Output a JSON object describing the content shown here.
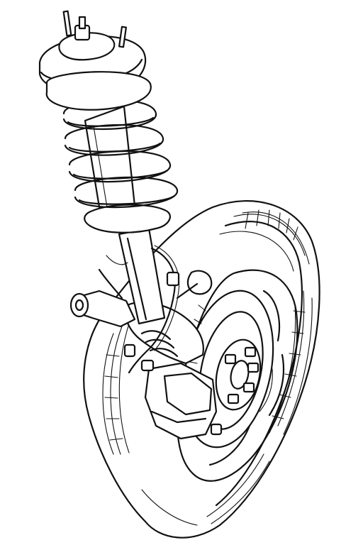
{
  "illustration": {
    "subject": "front-suspension-strut-assembly",
    "style": "black line art on white",
    "colors": {
      "ink": "#111111",
      "paper": "#ffffff"
    },
    "components": [
      "strut-top-mount",
      "coil-spring",
      "shock-absorber",
      "steering-knuckle",
      "brake-disc",
      "brake-caliper",
      "brake-hose",
      "lower-control-arm-bushing",
      "wheel-hub-studs",
      "tire"
    ]
  }
}
